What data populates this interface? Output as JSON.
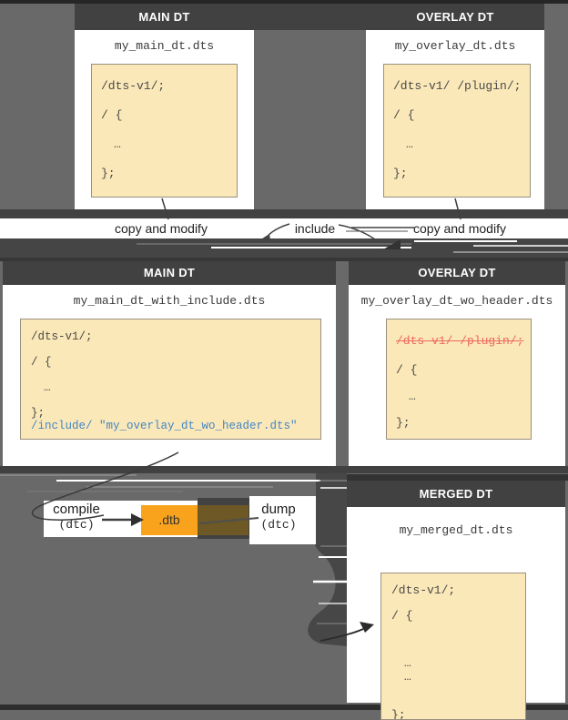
{
  "diagram": {
    "top": {
      "main": {
        "header": "MAIN DT",
        "filename": "my_main_dt.dts",
        "code": {
          "l1": "/dts-v1/;",
          "l2": "/ {",
          "l3": "…",
          "l4": "};"
        }
      },
      "overlay": {
        "header": "OVERLAY DT",
        "filename": "my_overlay_dt.dts",
        "code": {
          "l1": "/dts-v1/ /plugin/;",
          "l2": "/ {",
          "l3": "…",
          "l4": "};"
        }
      }
    },
    "labels": {
      "copy_left": "copy and modify",
      "include": "include",
      "copy_right": "copy and modify"
    },
    "mid": {
      "main": {
        "header": "MAIN DT",
        "filename": "my_main_dt_with_include.dts",
        "code": {
          "l1": "/dts-v1/;",
          "l2": "/ {",
          "l3": "…",
          "l4": "};",
          "l5": "/include/ \"my_overlay_dt_wo_header.dts\""
        }
      },
      "overlay": {
        "header": "OVERLAY DT",
        "filename": "my_overlay_dt_wo_header.dts",
        "code": {
          "l1": "/dts-v1/ /plugin/;",
          "l2": "/ {",
          "l3": "…",
          "l4": "};"
        }
      }
    },
    "pipeline": {
      "compile": "compile",
      "compile_tool": "(dtc)",
      "artifact": ".dtb",
      "dump": "dump",
      "dump_tool": "(dtc)"
    },
    "merged": {
      "header": "MERGED DT",
      "filename": "my_merged_dt.dts",
      "code": {
        "l1": "/dts-v1/;",
        "l2": "/ {",
        "l3": "…",
        "l4": "…",
        "l5": "};"
      }
    },
    "colors": {
      "background": "#696969",
      "panel_header": "#414141",
      "code_bg": "#fbe8b8",
      "include_blue": "#4286c5",
      "deleted_red": "#ed6a5e",
      "dtb_orange": "#f9a21c",
      "dtb_brown": "#6d5826"
    }
  }
}
